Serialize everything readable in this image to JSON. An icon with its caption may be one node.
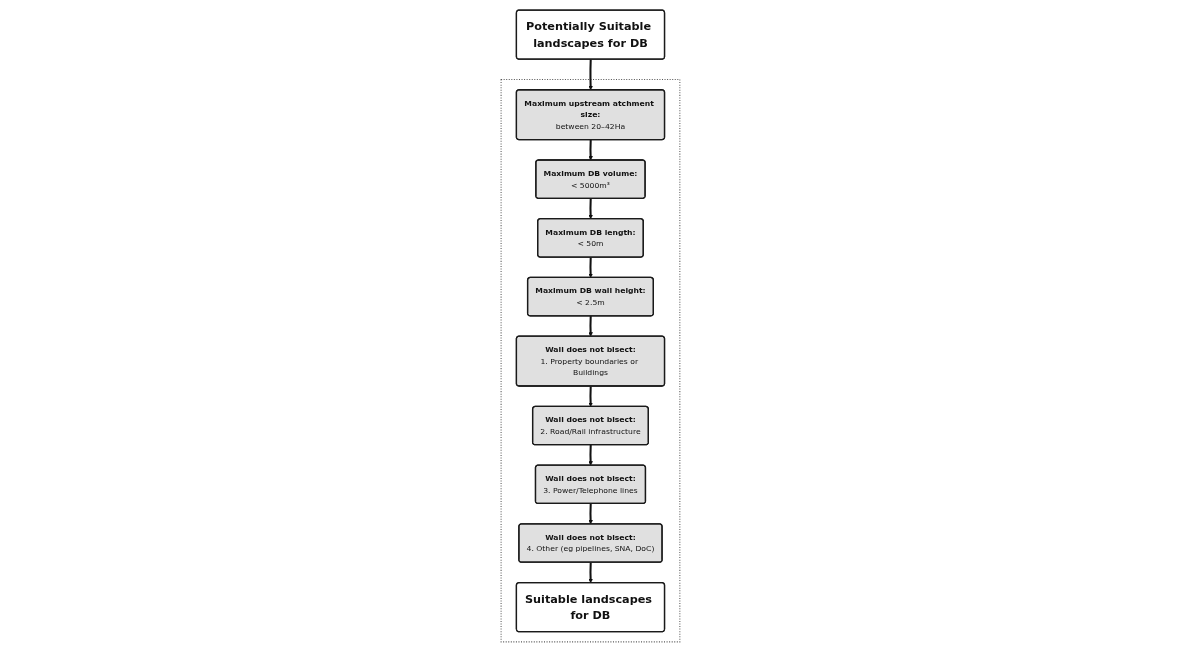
{
  "diagram": {
    "nodes": [
      {
        "text": [
          "Potentially Suitable landscapes for DB"
        ]
      },
      {
        "text": [],
        "shape": "box"
      },
      {
        "text": [
          "Maximum upstream atchment size:",
          "between 20–42Ha"
        ],
        "in": 1
      },
      {
        "text": [
          "Maximum DB volume:",
          "< 5000m³"
        ],
        "in": 1
      },
      {
        "text": [
          "Maximum DB length:",
          "< 50m"
        ],
        "in": 1
      },
      {
        "text": [
          "Wall does not bisect:",
          "2. Road/Rail infrastructure"
        ],
        "in": 1
      },
      {
        "text": [
          "Wall does not bisect:",
          "1. Property boundaries or Buildings"
        ],
        "in": 1
      },
      {
        "text": [
          "Maximum DB wall height:",
          "< 2.5m"
        ],
        "in": 1
      },
      {
        "text": [
          "Wall does not bisect:",
          "3. Power/Telephone lines"
        ],
        "in": 1
      },
      {
        "text": [
          "Wall does not bisect:",
          "4. Other (eg pipelines, SNA, DoC)"
        ],
        "in": 1
      },
      {
        "text": [
          "Suitable landscapes for DB"
        ],
        "in": 1
      }
    ],
    "edges": [
      {
        "from": 0,
        "to": 2,
        "arrow": "to"
      },
      {
        "from": 2,
        "to": 3,
        "arrow": "to"
      },
      {
        "from": 3,
        "to": 4,
        "arrow": "to"
      },
      {
        "from": 4,
        "to": 7,
        "arrow": "to"
      },
      {
        "from": 7,
        "to": 6,
        "arrow": "to"
      },
      {
        "from": 6,
        "to": 5,
        "arrow": "to"
      },
      {
        "from": 5,
        "to": 8,
        "arrow": "to"
      },
      {
        "from": 8,
        "to": 9,
        "arrow": "to"
      },
      {
        "from": 9,
        "to": 10,
        "arrow": "to"
      }
    ]
  }
}
